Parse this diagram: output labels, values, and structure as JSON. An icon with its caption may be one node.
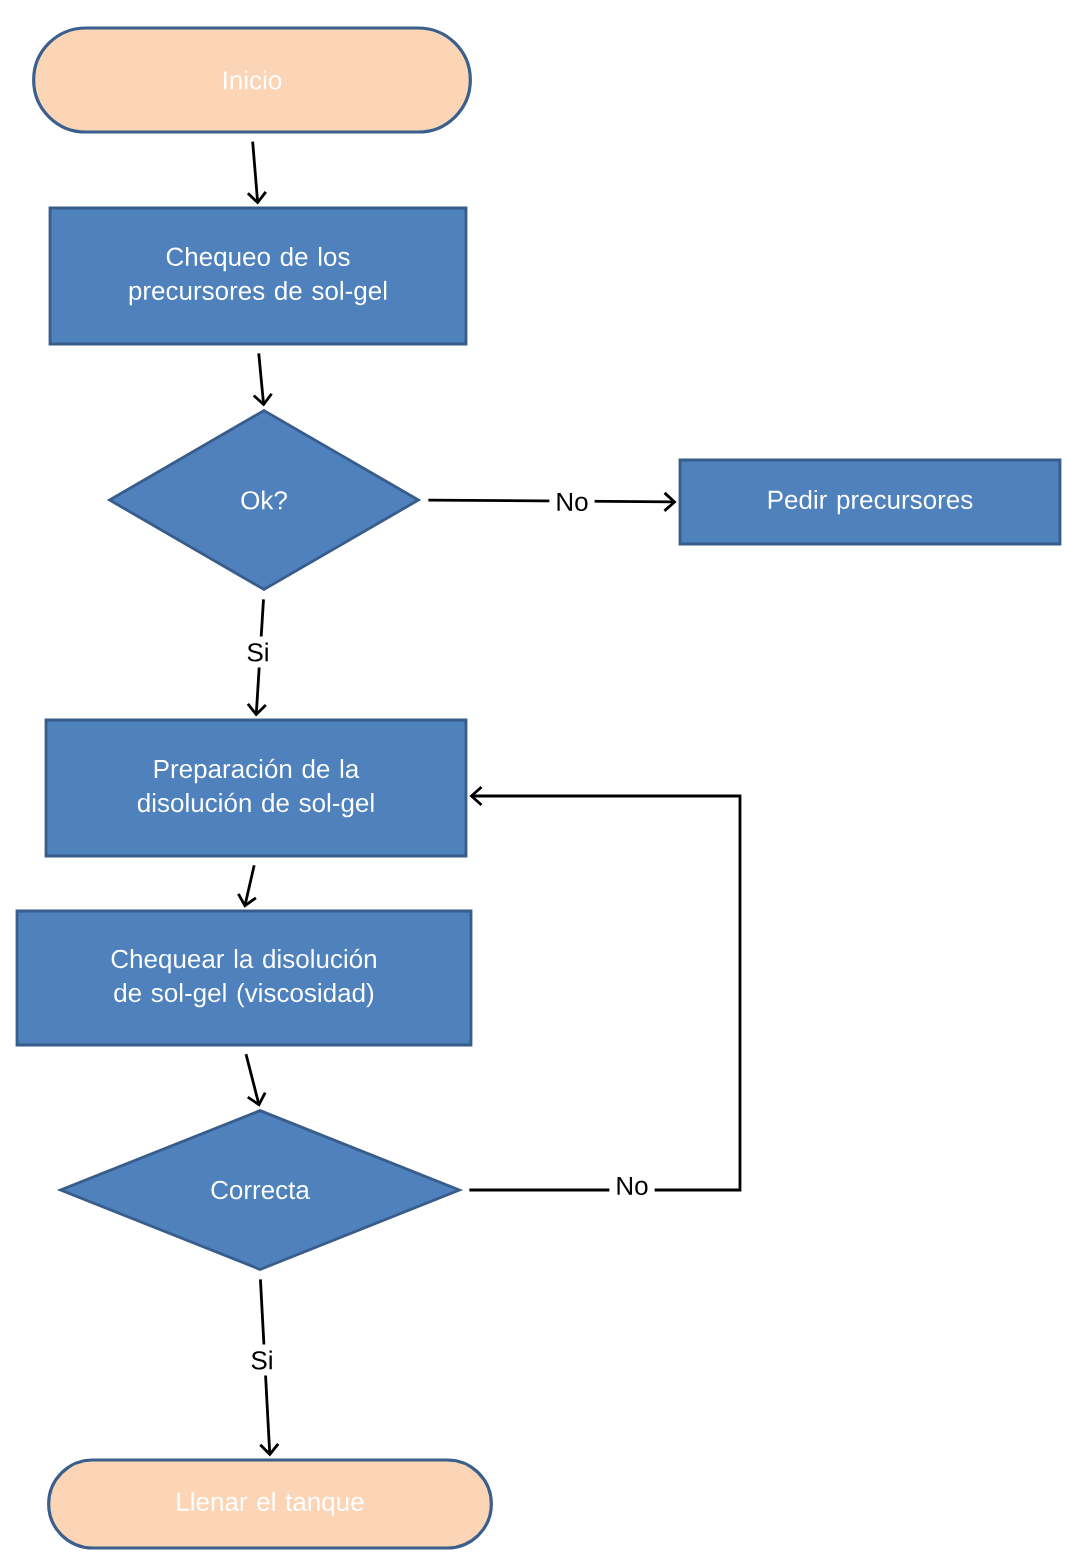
{
  "diagram": {
    "nodes": [
      {
        "text": [
          "Inicio"
        ]
      },
      {
        "text": [
          "Chequeo de los precursores de sol-gel"
        ]
      },
      {
        "text": [
          "Ok?"
        ]
      },
      {
        "text": [
          "Pedir precursores"
        ]
      },
      {
        "text": [
          "Preparación de la disolución de sol-gel"
        ]
      },
      {
        "text": [
          "Chequear la disolución de sol-gel (viscosidad)"
        ]
      },
      {
        "text": [
          "Correcta"
        ]
      },
      {
        "text": [
          "Llenar el tanque"
        ]
      }
    ],
    "edges": [
      {
        "from": 0,
        "to": 1,
        "arrow": "to"
      },
      {
        "from": 1,
        "to": 2,
        "arrow": "to"
      },
      {
        "from": 2,
        "to": 3,
        "arrow": "to",
        "label": "No"
      },
      {
        "from": 2,
        "to": 4,
        "arrow": "to",
        "label": "Si"
      },
      {
        "from": 4,
        "to": 5,
        "arrow": "to"
      },
      {
        "from": 5,
        "to": 6,
        "arrow": "to"
      },
      {
        "from": 6,
        "to": 4,
        "arrow": "to",
        "label": "No"
      },
      {
        "from": 6,
        "to": 7,
        "arrow": "to",
        "label": "Si"
      }
    ]
  }
}
